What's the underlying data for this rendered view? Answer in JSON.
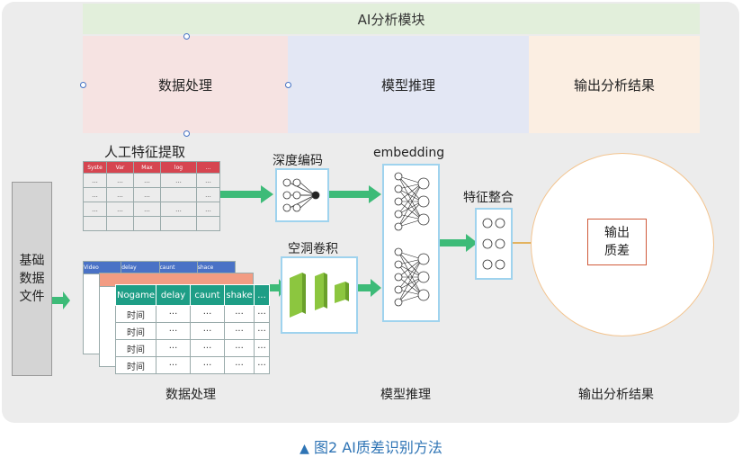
{
  "header": {
    "title": "AI分析模块"
  },
  "sections": {
    "processing": "数据处理",
    "inference": "模型推理",
    "output": "输出分析结果"
  },
  "left_box": {
    "label_line1": "基础",
    "label_line2": "数据",
    "label_line3": "文件"
  },
  "manual_features": {
    "title": "人工特征提取",
    "headers": [
      "Syste",
      "Var",
      "Max",
      "log",
      "..."
    ],
    "rows": [
      [
        "...",
        "...",
        "...",
        "...",
        "..."
      ],
      [
        "...",
        "...",
        "...",
        "",
        "..."
      ],
      [
        "...",
        "...",
        "...",
        "...",
        "..."
      ]
    ]
  },
  "depth_encode": {
    "label": "深度编码"
  },
  "dilated_conv": {
    "label": "空洞卷积"
  },
  "embedding": {
    "label": "embedding"
  },
  "feature_merge": {
    "label": "特征整合"
  },
  "blue_table": {
    "headers": [
      "Video",
      "delay",
      "caunt",
      "shace"
    ]
  },
  "data_table": {
    "headers": [
      "Nogame",
      "delay",
      "caunt",
      "shake",
      "..."
    ],
    "rows": [
      [
        "时间",
        "···",
        "···",
        "···",
        "···"
      ],
      [
        "时间",
        "···",
        "···",
        "···",
        "···"
      ],
      [
        "时间",
        "···",
        "···",
        "···",
        "···"
      ],
      [
        "时间",
        "···",
        "···",
        "···",
        "···"
      ]
    ]
  },
  "output_box": {
    "line1": "输出",
    "line2": "质差"
  },
  "bottom_labels": {
    "processing": "数据处理",
    "inference": "模型推理",
    "output": "输出分析结果"
  },
  "caption": {
    "marker": "▲",
    "text": "图2 AI质差识别方法"
  },
  "colors": {
    "arrow": "#3dbb78",
    "header_bg": "#e2efdb",
    "table_red": "#d64550",
    "table_teal": "#1e9e86",
    "table_blue": "#4a72c6",
    "caption": "#2e74b5"
  }
}
